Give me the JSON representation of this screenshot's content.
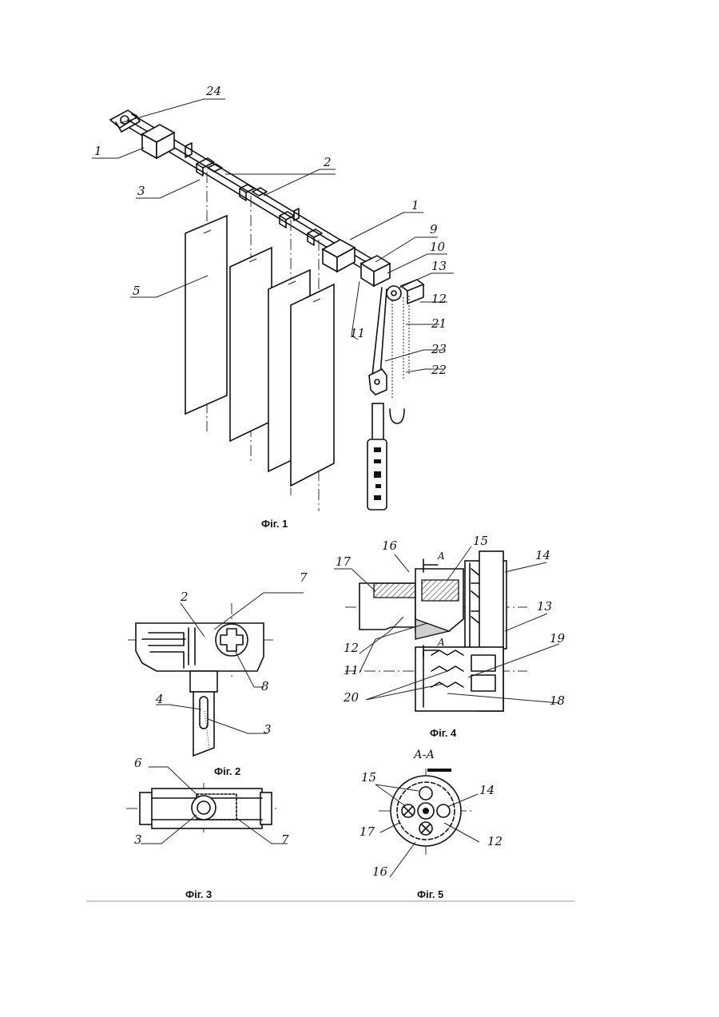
{
  "figures": {
    "fig1": {
      "caption": "Фіг. 1",
      "labels": [
        "24",
        "1",
        "2",
        "3",
        "5",
        "1",
        "9",
        "10",
        "13",
        "12",
        "11",
        "21",
        "23",
        "22"
      ]
    },
    "fig2": {
      "caption": "Фіг. 2",
      "labels": [
        "7",
        "2",
        "8",
        "4",
        "3"
      ]
    },
    "fig3": {
      "caption": "Фіг. 3",
      "labels": [
        "6",
        "3",
        "7"
      ]
    },
    "fig4": {
      "caption": "Фіг. 4",
      "labels": [
        "16",
        "15",
        "17",
        "14",
        "12",
        "13",
        "11",
        "19",
        "20",
        "18",
        "A",
        "A"
      ]
    },
    "fig5": {
      "caption": "Фіг. 5",
      "section_label": "А-А",
      "labels": [
        "15",
        "14",
        "17",
        "12",
        "16"
      ]
    }
  }
}
